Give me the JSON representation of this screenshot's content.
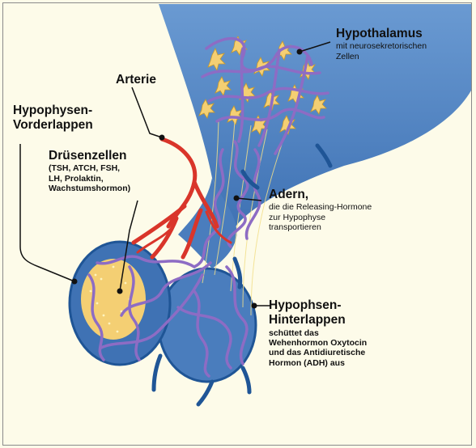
{
  "labels": {
    "hypothalamus": {
      "title": "Hypothalamus",
      "lines": [
        "mit neurosekretorischen",
        "Zellen"
      ]
    },
    "arterie": {
      "title": "Arterie"
    },
    "vorderlappen": {
      "lines": [
        "Hypophysen-",
        "Vorderlappen"
      ]
    },
    "druesenzellen": {
      "title": "Drüsenzellen",
      "lines": [
        "(TSH, ATCH, FSH,",
        "LH, Prolaktin,",
        "Wachstumshormon)"
      ]
    },
    "adern": {
      "title": "Adern,",
      "lines": [
        "die die Releasing-Hormone",
        "zur Hypophyse",
        "transportieren"
      ]
    },
    "hinterlappen": {
      "title_lines": [
        "Hypophsen-",
        "Hinterlappen"
      ],
      "lines": [
        "schüttet das",
        "Wehenhormon Oxytocin",
        "und das Antidiuretische",
        "Hormon (ADH) aus"
      ]
    }
  },
  "colors": {
    "background": "#fdfbe9",
    "tissue_blue": "#4f84c4",
    "tissue_dark": "#1f5596",
    "vessel_purple": "#8d6cc4",
    "artery_red": "#d9352a",
    "gland_cell_yellow": "#f4cf73"
  }
}
